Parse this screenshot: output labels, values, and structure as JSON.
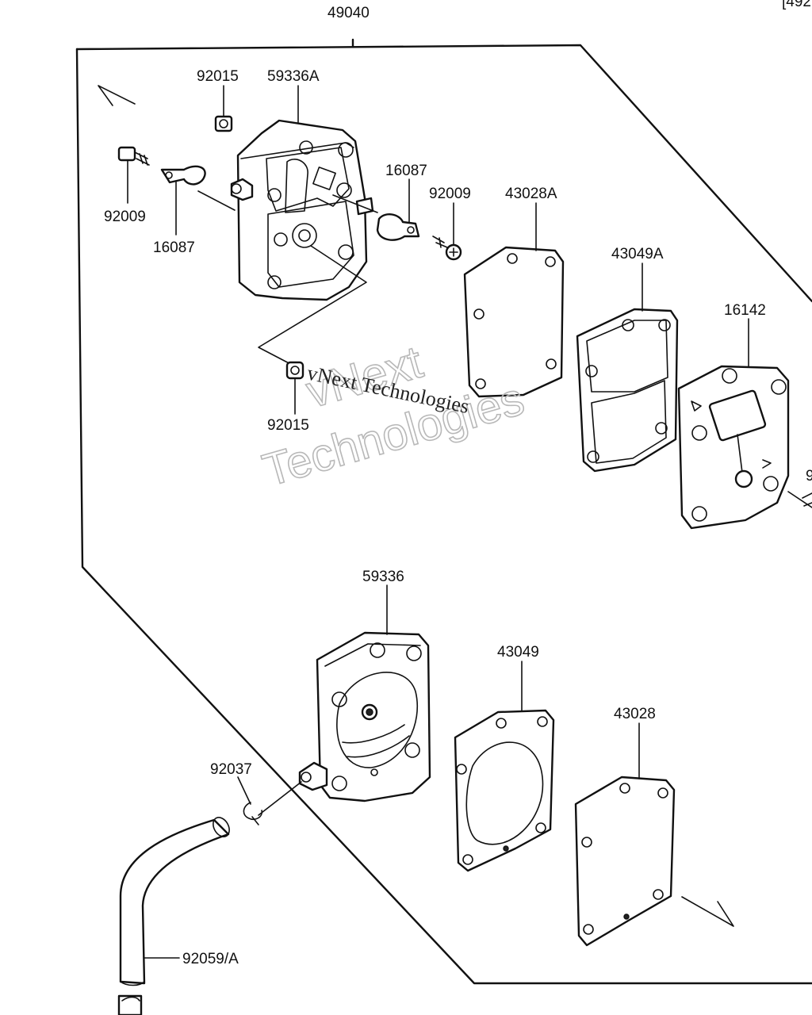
{
  "diagram": {
    "corner_ref": "[492",
    "assembly_label": "49040",
    "watermark": {
      "line1": "vNext",
      "line2": "Technologies",
      "inline": "vNext Technologies"
    },
    "parts": {
      "p_92015_top": "92015",
      "p_59336A": "59336A",
      "p_92009_left": "92009",
      "p_16087_left": "16087",
      "p_16087_right": "16087",
      "p_92009_right": "92009",
      "p_43028A": "43028A",
      "p_43049A": "43049A",
      "p_16142": "16142",
      "p_92015_bottom": "92015",
      "p_9_edge": "9",
      "p_59336": "59336",
      "p_43049": "43049",
      "p_43028": "43028",
      "p_92037": "92037",
      "p_92059A": "92059/A"
    }
  }
}
